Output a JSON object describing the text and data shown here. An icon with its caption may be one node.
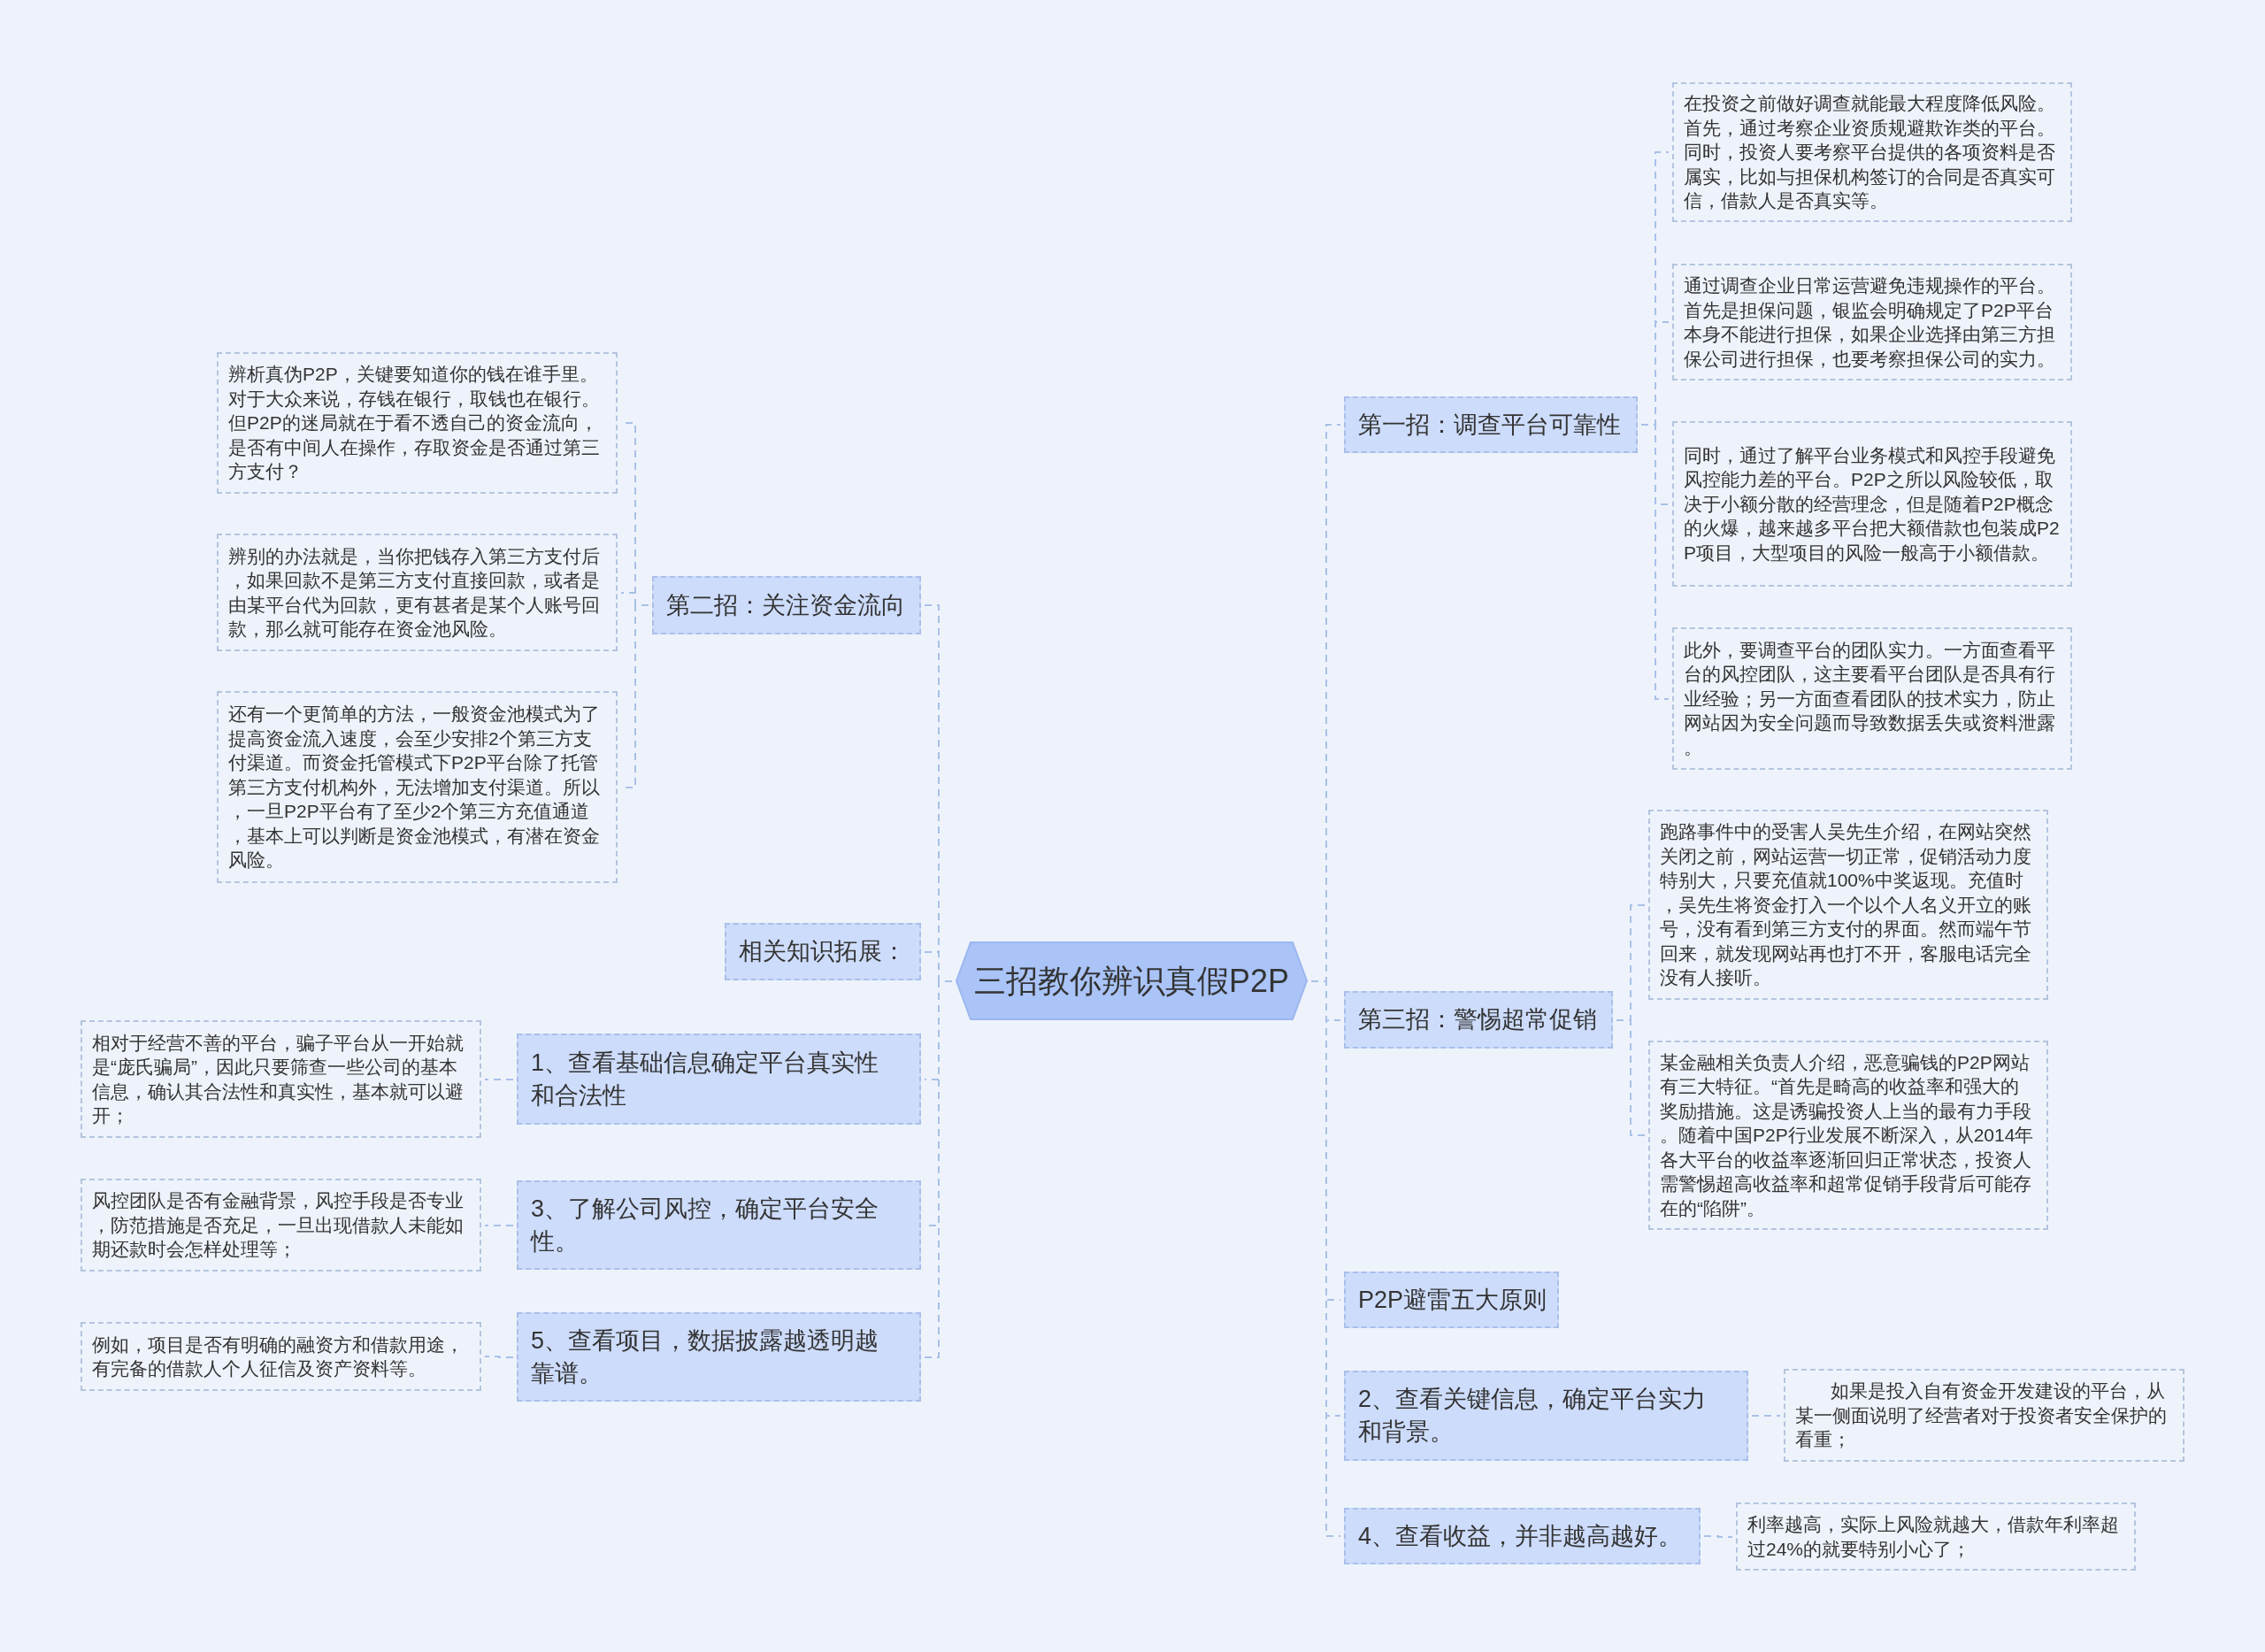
{
  "diagram": {
    "nodes": [
      {
        "text": [
          "三招教你辨识真假P2P"
        ]
      },
      {
        "text": [
          "第二招：关注资金流向"
        ]
      },
      {
        "text": [
          "辨析真伪P2P，关键要知道你的钱在谁手里。对于大众来说，存钱在银行，取钱也在银行。但P2P的迷局就在于看不透自己的资金流向，是否有中间人在操作，存取资金是否通过第三方支付？"
        ]
      },
      {
        "text": [
          "辨别的办法就是，当你把钱存入第三方支付后，如果回款不是第三方支付直接回款，或者是由某平台代为回款，更有甚者是某个人账号回款，那么就可能存在资金池风险。"
        ]
      },
      {
        "text": [
          "还有一个更简单的方法，一般资金池模式为了提高资金流入速度，会至少安排2个第三方支付渠道。而资金托管模式下P2P平台除了托管第三方支付机构外，无法增加支付渠道。所以，一旦P2P平台有了至少2个第三方充值通道，基本上可以判断是资金池模式，有潜在资金风险。"
        ]
      },
      {
        "text": [
          "相关知识拓展："
        ]
      },
      {
        "text": [
          "1、查看基础信息确定平台真实性和合法性"
        ]
      },
      {
        "text": [
          "相对于经营不善的平台，骗子平台从一开始就是“庞氏骗局”，因此只要筛查一些公司的基本信息，确认其合法性和真实性，基本就可以避开；"
        ]
      },
      {
        "text": [
          "3、了解公司风控，确定平台安全性。"
        ]
      },
      {
        "text": [
          "风控团队是否有金融背景，风控手段是否专业，防范措施是否充足，一旦出现借款人未能如期还款时会怎样处理等；"
        ]
      },
      {
        "text": [
          "5、查看项目，数据披露越透明越靠谱。"
        ]
      },
      {
        "text": [
          "例如，项目是否有明确的融资方和借款用途，有完备的借款人个人征信及资产资料等。"
        ]
      },
      {
        "text": [
          "第一招：调查平台可靠性"
        ]
      },
      {
        "text": [
          "在投资之前做好调查就能最大程度降低风险。首先，通过考察企业资质规避欺诈类的平台。同时，投资人要考察平台提供的各项资料是否属实，比如与担保机构签订的合同是否真实可信，借款人是否真实等。"
        ]
      },
      {
        "text": [
          "通过调查企业日常运营避免违规操作的平台。首先是担保问题，银监会明确规定了P2P平台本身不能进行担保，如果企业选择由第三方担保公司进行担保，也要考察担保公司的实力。"
        ]
      },
      {
        "text": [
          "同时，通过了解平台业务模式和风控手段避免风控能力差的平台。P2P之所以风险较低，取决于小额分散的经营理念，但是随着P2P概念的火爆，越来越多平台把大额借款也包装成P2P项目，大型项目的风险一般高于小额借款。"
        ]
      },
      {
        "text": [
          "此外，要调查平台的团队实力。一方面查看平台的风控团队，这主要看平台团队是否具有行业经验；另一方面查看团队的技术实力，防止网站因为安全问题而导致数据丢失或资料泄露。"
        ]
      },
      {
        "text": [
          "第三招：警惕超常促销"
        ]
      },
      {
        "text": [
          "跑路事件中的受害人吴先生介绍，在网站突然关闭之前，网站运营一切正常，促销活动力度特别大，只要充值就100%中奖返现。充值时，吴先生将资金打入一个以个人名义开立的账号，没有看到第三方支付的界面。然而端午节回来，就发现网站再也打不开，客服电话完全没有人接听。"
        ]
      },
      {
        "text": [
          "某金融相关负责人介绍，恶意骗钱的P2P网站有三大特征。“首先是畸高的收益率和强大的奖励措施。这是诱骗投资人上当的最有力手段。随着中国P2P行业发展不断深入，从2014年各大平台的收益率逐渐回归正常状态，投资人需警惕超高收益率和超常促销手段背后可能存在的“陷阱”。"
        ]
      },
      {
        "text": [
          "P2P避雷五大原则"
        ]
      },
      {
        "text": [
          "2、查看关键信息，确定平台实力和背景。"
        ]
      },
      {
        "text": [
          "如果是投入自有资金开发建设的平台，从某一侧面说明了经营者对于投资者安全保护的看重；"
        ]
      },
      {
        "text": [
          "4、查看收益，并非越高越好。"
        ]
      },
      {
        "text": [
          "利率越高，实际上风险就越大，借款年利率超过24%的就要特别小心了；"
        ]
      }
    ],
    "edges": [
      {
        "from": 0,
        "to": 1,
        "arrow": "none"
      },
      {
        "from": 1,
        "to": 2,
        "arrow": "none"
      },
      {
        "from": 1,
        "to": 3,
        "arrow": "none"
      },
      {
        "from": 1,
        "to": 4,
        "arrow": "none"
      },
      {
        "from": 0,
        "to": 5,
        "arrow": "none"
      },
      {
        "from": 0,
        "to": 6,
        "arrow": "none"
      },
      {
        "from": 6,
        "to": 7,
        "arrow": "none"
      },
      {
        "from": 0,
        "to": 8,
        "arrow": "none"
      },
      {
        "from": 8,
        "to": 9,
        "arrow": "none"
      },
      {
        "from": 0,
        "to": 10,
        "arrow": "none"
      },
      {
        "from": 10,
        "to": 11,
        "arrow": "none"
      },
      {
        "from": 0,
        "to": 12,
        "arrow": "none"
      },
      {
        "from": 12,
        "to": 13,
        "arrow": "none"
      },
      {
        "from": 12,
        "to": 14,
        "arrow": "none"
      },
      {
        "from": 12,
        "to": 15,
        "arrow": "none"
      },
      {
        "from": 12,
        "to": 16,
        "arrow": "none"
      },
      {
        "from": 0,
        "to": 17,
        "arrow": "none"
      },
      {
        "from": 17,
        "to": 18,
        "arrow": "none"
      },
      {
        "from": 17,
        "to": 19,
        "arrow": "none"
      },
      {
        "from": 0,
        "to": 20,
        "arrow": "none"
      },
      {
        "from": 0,
        "to": 21,
        "arrow": "none"
      },
      {
        "from": 21,
        "to": 22,
        "arrow": "none"
      },
      {
        "from": 0,
        "to": 23,
        "arrow": "none"
      },
      {
        "from": 23,
        "to": 24,
        "arrow": "none"
      }
    ]
  }
}
